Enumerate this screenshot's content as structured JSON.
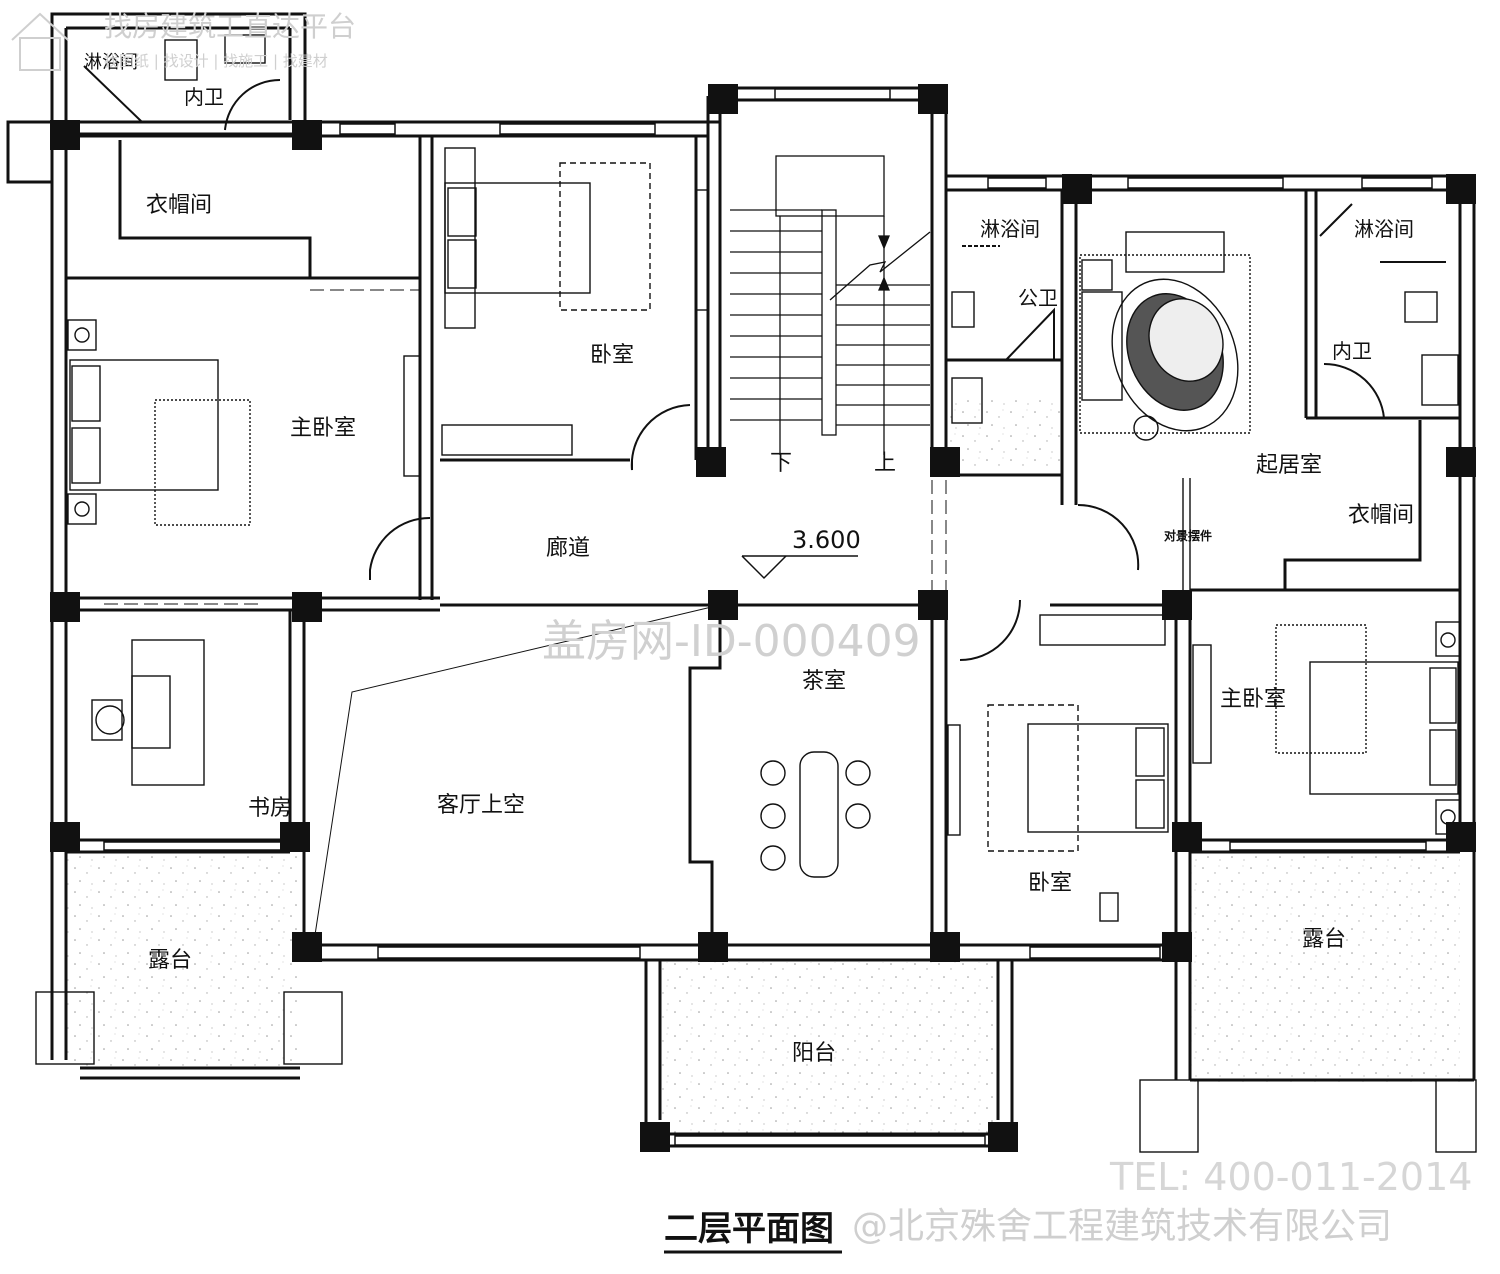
{
  "header": {
    "brand_line1": "找房建筑工直达平台",
    "brand_line2": "找图纸 | 找设计 | 找施工 | 找建材"
  },
  "rooms": {
    "shower_top_left": "淋浴间",
    "ensuite_top_left": "内卫",
    "cloakroom_left": "衣帽间",
    "master_bedroom_left": "主卧室",
    "bedroom_top": "卧室",
    "study": "书房",
    "terrace_left": "露台",
    "corridor": "廊道",
    "double_height_living": "客厅上空",
    "tea_room": "茶室",
    "balcony": "阳台",
    "stair_down": "下",
    "stair_up": "上",
    "shower_mid": "淋浴间",
    "public_wc": "公卫",
    "sitting_room": "起居室",
    "decor_panel": "对景摆件",
    "shower_right": "淋浴间",
    "ensuite_right": "内卫",
    "cloakroom_right": "衣帽间",
    "master_bedroom_right": "主卧室",
    "bedroom_bottom": "卧室",
    "terrace_right": "露台"
  },
  "elevation": "3.600",
  "watermark_id": "盖房网-ID-000409",
  "telephone": "TEL: 400-011-2014",
  "drawing_title": "二层平面图",
  "company": "@北京殊舍工程建筑技术有限公司",
  "colors": {
    "line": "#111111",
    "column": "#111111",
    "terrace_fill": "#f6f6f6",
    "watermark": "#c8c8c8"
  }
}
